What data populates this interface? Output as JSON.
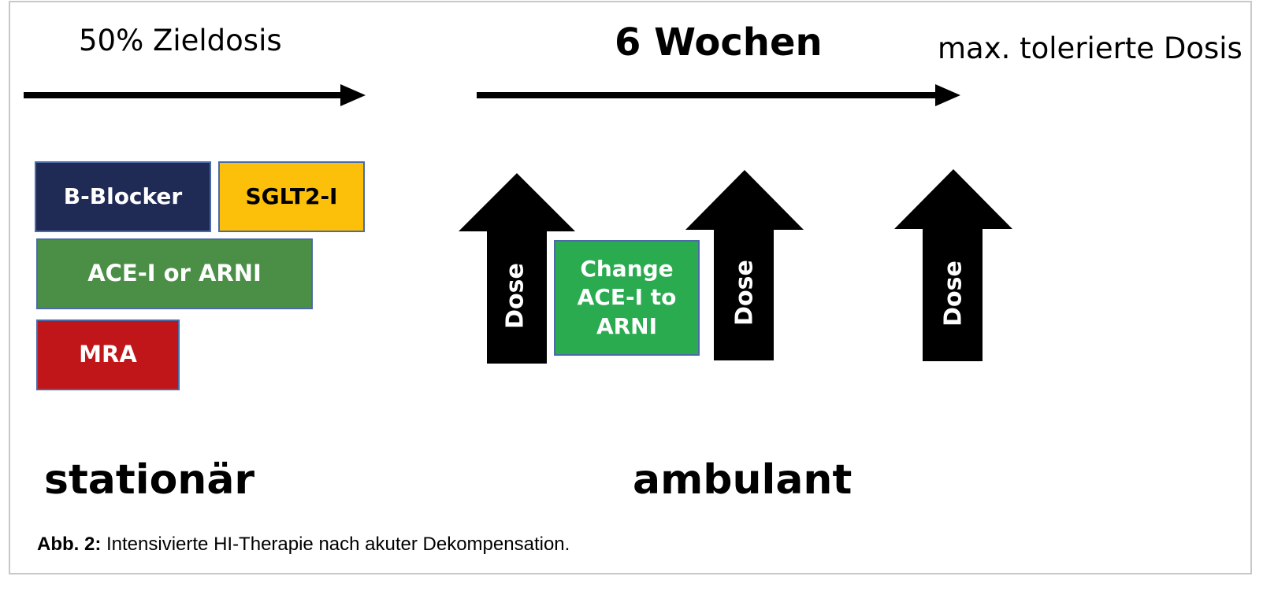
{
  "header": {
    "left_label": "50% Zieldosis",
    "center_label": "6 Wochen",
    "right_label": "max. tolerierte Dosis"
  },
  "inpatient_drugs": [
    {
      "label": "B-Blocker",
      "bg": "#1f2a55",
      "fg": "#ffffff"
    },
    {
      "label": "SGLT2-I",
      "bg": "#fcc00a",
      "fg": "#000000"
    },
    {
      "label": "ACE-I or ARNI",
      "bg": "#4a8f45",
      "fg": "#ffffff"
    },
    {
      "label": "MRA",
      "bg": "#c0161a",
      "fg": "#ffffff"
    }
  ],
  "change_box": {
    "label": "Change ACE-I to ARNI",
    "bg": "#2aab50",
    "fg": "#ffffff"
  },
  "dose_arrows": [
    {
      "label": "Dose"
    },
    {
      "label": "Dose"
    },
    {
      "label": "Dose"
    }
  ],
  "phases": {
    "inpatient": "stationär",
    "outpatient": "ambulant"
  },
  "caption": {
    "prefix": "Abb. 2:",
    "text": " Intensivierte HI-Therapie nach akuter Dekompensation."
  }
}
